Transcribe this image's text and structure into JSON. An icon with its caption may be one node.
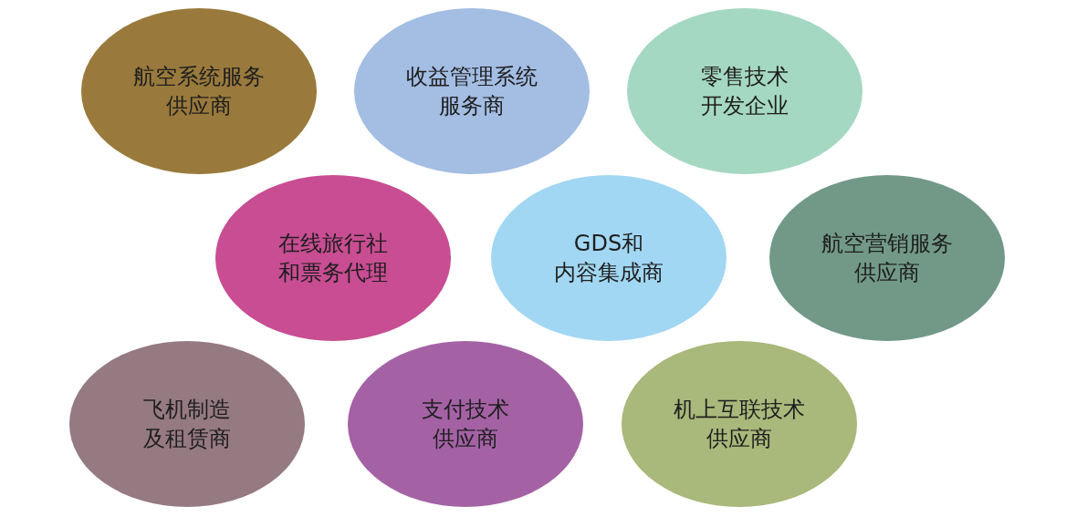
{
  "diagram": {
    "nodes": [
      {
        "text": [
          "航空系统服务供应商"
        ]
      },
      {
        "text": [
          "收益管理系统服务商"
        ]
      },
      {
        "text": [
          "零售技术开发企业"
        ]
      },
      {
        "text": [
          "在线旅行社和票务代理"
        ]
      },
      {
        "text": [
          "GDS和内容集成商"
        ]
      },
      {
        "text": [
          "航空营销服务供应商"
        ]
      },
      {
        "text": [
          "飞机制造及租赁商"
        ]
      },
      {
        "text": [
          "支付技术供应商"
        ]
      },
      {
        "text": [
          "机上互联技术供应商"
        ]
      }
    ]
  }
}
